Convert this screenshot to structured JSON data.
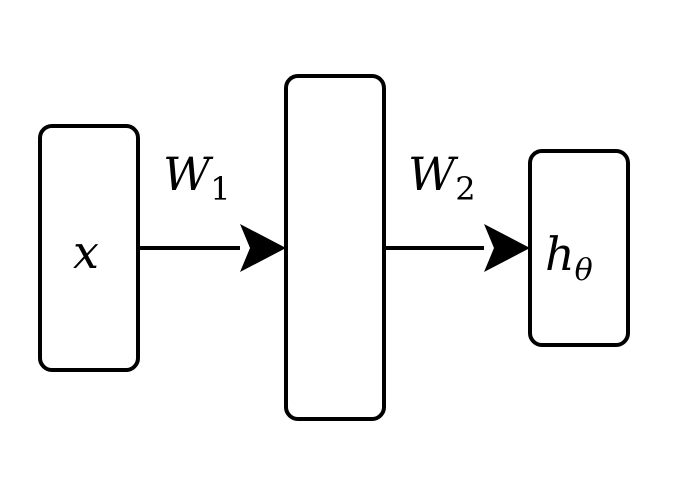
{
  "nodes": {
    "input": {
      "label": "x"
    },
    "hidden": {
      "label": ""
    },
    "output": {
      "label": "h",
      "subscript": "θ"
    }
  },
  "edges": [
    {
      "from": "input",
      "to": "hidden",
      "label": "W",
      "subscript": "1"
    },
    {
      "from": "hidden",
      "to": "output",
      "label": "W",
      "subscript": "2"
    }
  ],
  "colors": {
    "stroke": "#000000",
    "fill": "#ffffff"
  }
}
